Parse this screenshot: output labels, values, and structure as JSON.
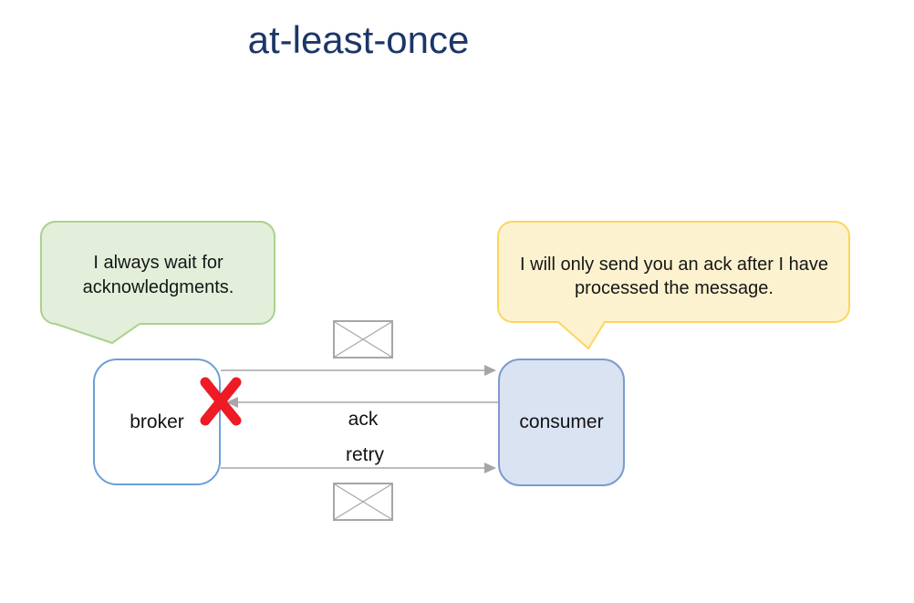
{
  "title": "at-least-once",
  "callouts": {
    "broker": {
      "lines": [
        "I always wait for",
        "acknowledgments."
      ]
    },
    "consumer": {
      "lines": [
        "I will only send you an ack after I have",
        "processed the message."
      ]
    }
  },
  "nodes": {
    "broker_label": "broker",
    "consumer_label": "consumer"
  },
  "arrows": {
    "ack_label": "ack",
    "retry_label": "retry"
  },
  "icons": {
    "lost_message_top": "crossed-envelope-icon",
    "lost_message_bottom": "crossed-envelope-icon",
    "failure_mark": "red-x-icon"
  },
  "colors": {
    "title": "#1b3768",
    "callout_green_fill": "#e3efda",
    "callout_green_border": "#a9d18e",
    "callout_yellow_fill": "#fdf2cf",
    "callout_yellow_border": "#fbd65e",
    "broker_fill": "#ffffff",
    "broker_border": "#6b9fd8",
    "consumer_fill": "#dae3f2",
    "consumer_border": "#7d9ad0",
    "arrow": "#a6a6a6",
    "envelope": "#a6a6a6",
    "x_mark": "#ee1b24",
    "text": "#131313"
  }
}
